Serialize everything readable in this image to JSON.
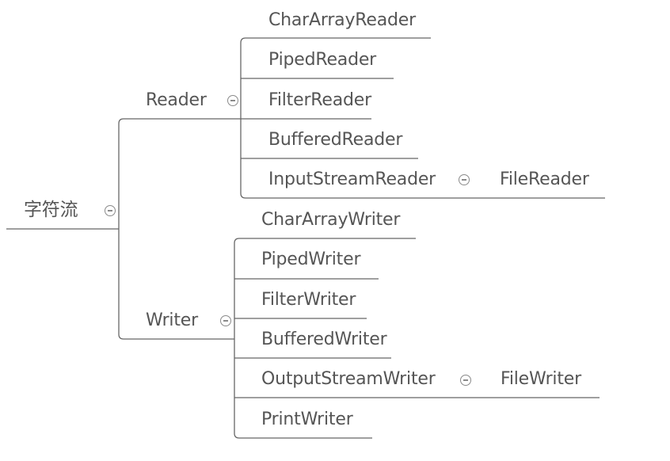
{
  "mindmap": {
    "root": {
      "label": "字符流",
      "children": [
        {
          "label": "Reader",
          "children": [
            {
              "label": "CharArrayReader"
            },
            {
              "label": "PipedReader"
            },
            {
              "label": "FilterReader"
            },
            {
              "label": "BufferedReader"
            },
            {
              "label": "InputStreamReader",
              "children": [
                {
                  "label": "FileReader"
                }
              ]
            }
          ]
        },
        {
          "label": "Writer",
          "children": [
            {
              "label": "CharArrayWriter"
            },
            {
              "label": "PipedWriter"
            },
            {
              "label": "FilterWriter"
            },
            {
              "label": "BufferedWriter"
            },
            {
              "label": "OutputStreamWriter",
              "children": [
                {
                  "label": "FileWriter"
                }
              ]
            },
            {
              "label": "PrintWriter"
            }
          ]
        }
      ]
    },
    "line_color": "#666666",
    "text_color": "#555555",
    "collapse_icon": "minus-circle-icon"
  }
}
